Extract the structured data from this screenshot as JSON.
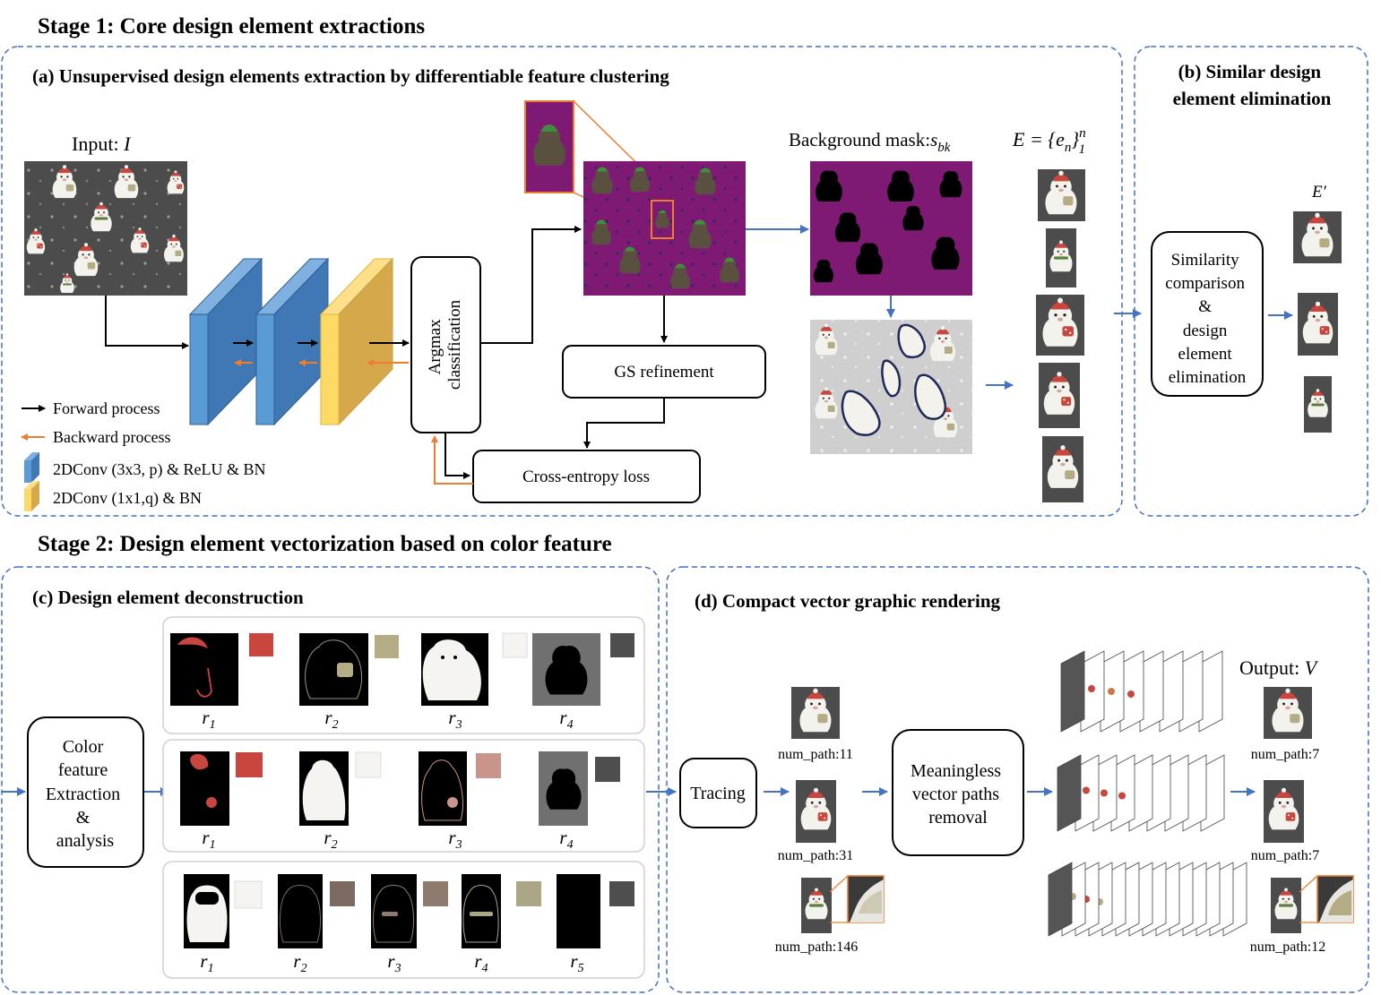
{
  "stage1": {
    "title": "Stage 1: Core design element extractions",
    "panel_a": {
      "title": "(a) Unsupervised design elements extraction by differentiable feature clustering",
      "input_label": "Input: ",
      "input_symbol": "I",
      "argmax_label": [
        "Argmax",
        "classification"
      ],
      "gs_label": "GS refinement",
      "ce_label": "Cross-entropy loss",
      "bg_mask_label": "Background mask:",
      "bg_mask_symbol": "s",
      "bg_mask_sub": "bk",
      "e_set_label": "E = {e",
      "e_set_sub": "n",
      "e_set_close": "}",
      "e_set_sup": "n",
      "e_set_lower": "1"
    },
    "legend": {
      "forward": "Forward process",
      "backward": "Backward process",
      "conv3": "2DConv (3x3, p) & ReLU & BN",
      "conv1": "2DConv (1x1,q) & BN"
    },
    "panel_b": {
      "title_line1": "(b) Similar design",
      "title_line2": "element elimination",
      "e_prime": "E′",
      "box_lines": [
        "Similarity",
        "comparison",
        "&",
        "design",
        "element",
        "elimination"
      ]
    }
  },
  "stage2": {
    "title": "Stage 2: Design element vectorization based on color feature",
    "panel_c": {
      "title": "(c) Design element deconstruction",
      "box_lines": [
        "Color",
        "feature",
        "Extraction",
        "&",
        "analysis"
      ],
      "row1_labels": [
        "r1",
        "r2",
        "r3",
        "r4"
      ],
      "row2_labels": [
        "r1",
        "r2",
        "r3",
        "r4"
      ],
      "row3_labels": [
        "r1",
        "r2",
        "r3",
        "r4",
        "r5"
      ]
    },
    "panel_d": {
      "title": "(d) Compact vector graphic rendering",
      "tracing_label": "Tracing",
      "removal_lines": [
        "Meaningless",
        "vector paths",
        "removal"
      ],
      "num_paths_in": [
        "num_path:11",
        "num_path:31",
        "num_path:146"
      ],
      "output_label": "Output: ",
      "output_symbol": "V",
      "num_paths_out": [
        "num_path:7",
        "num_path:7",
        "num_path:12"
      ]
    }
  },
  "colors": {
    "dashed_border": "#4472c4",
    "conv_blue": "#5b9bd5",
    "conv_yellow": "#e8c15a",
    "arrow_blue": "#4472c4",
    "arrow_orange": "#ed7d31",
    "purple_map": "#7e1a74",
    "swatch_red": "#c9463f",
    "swatch_khaki": "#b4ac85",
    "swatch_white": "#f5f4f0",
    "swatch_gray": "#4e4e4e",
    "swatch_pink": "#c9958a",
    "swatch_brown": "#7a6a62",
    "swatch_mauve": "#8f7a70",
    "swatch_sage": "#aaa686"
  }
}
